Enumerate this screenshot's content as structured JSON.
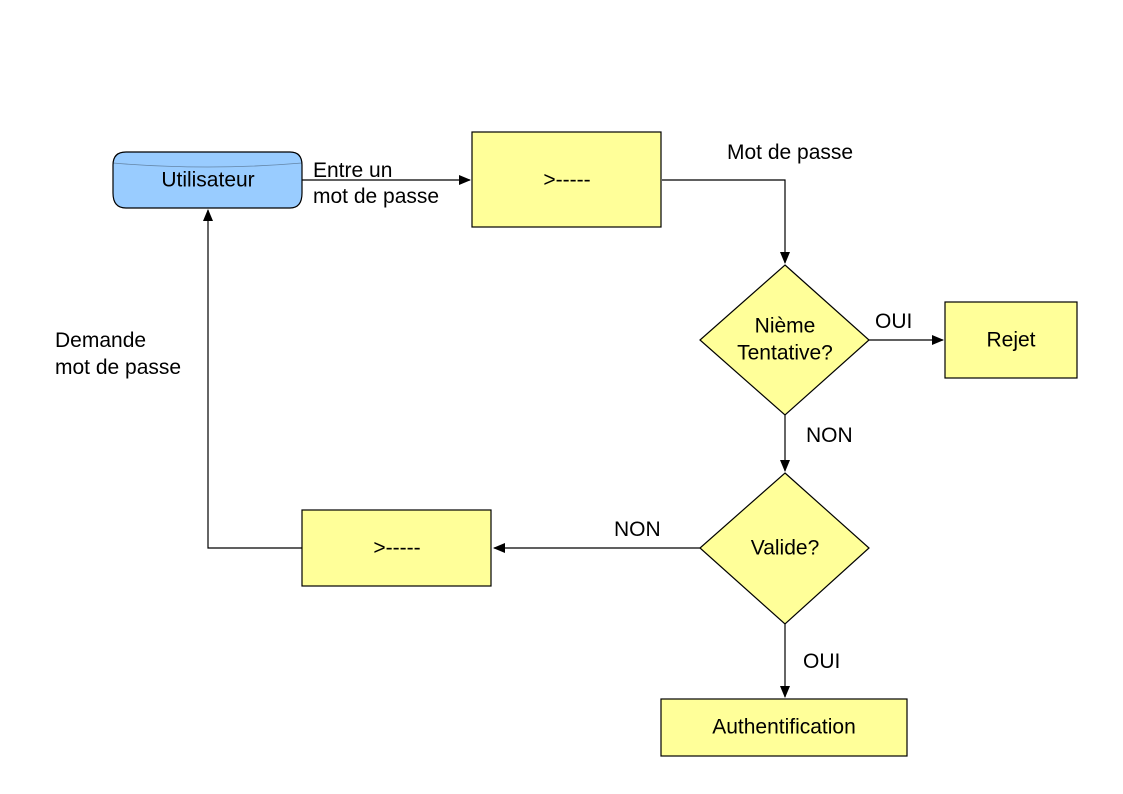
{
  "colors": {
    "process_fill": "#ffff99",
    "user_fill": "#99ccff",
    "stroke": "#000000",
    "background": "#ffffff"
  },
  "nodes": {
    "user": {
      "label": "Utilisateur",
      "shape": "rounded-cylinder"
    },
    "input_box": {
      "label": ">-----",
      "shape": "rectangle"
    },
    "attempt_decision": {
      "label_line1": "Nième",
      "label_line2": "Tentative?",
      "shape": "diamond"
    },
    "reject": {
      "label": "Rejet",
      "shape": "rectangle"
    },
    "valid_decision": {
      "label": "Valide?",
      "shape": "diamond"
    },
    "prompt_box": {
      "label": ">-----",
      "shape": "rectangle"
    },
    "auth": {
      "label": "Authentification",
      "shape": "rectangle"
    }
  },
  "edges": {
    "user_to_input": {
      "label_line1": "Entre un",
      "label_line2": "mot de passe"
    },
    "input_to_attempt": {
      "label": "Mot de passe"
    },
    "attempt_to_reject": {
      "label": "OUI"
    },
    "attempt_to_valid": {
      "label": "NON"
    },
    "valid_to_prompt": {
      "label": "NON"
    },
    "valid_to_auth": {
      "label": "OUI"
    },
    "prompt_to_user": {
      "label_line1": "Demande",
      "label_line2": "mot de passe"
    }
  }
}
